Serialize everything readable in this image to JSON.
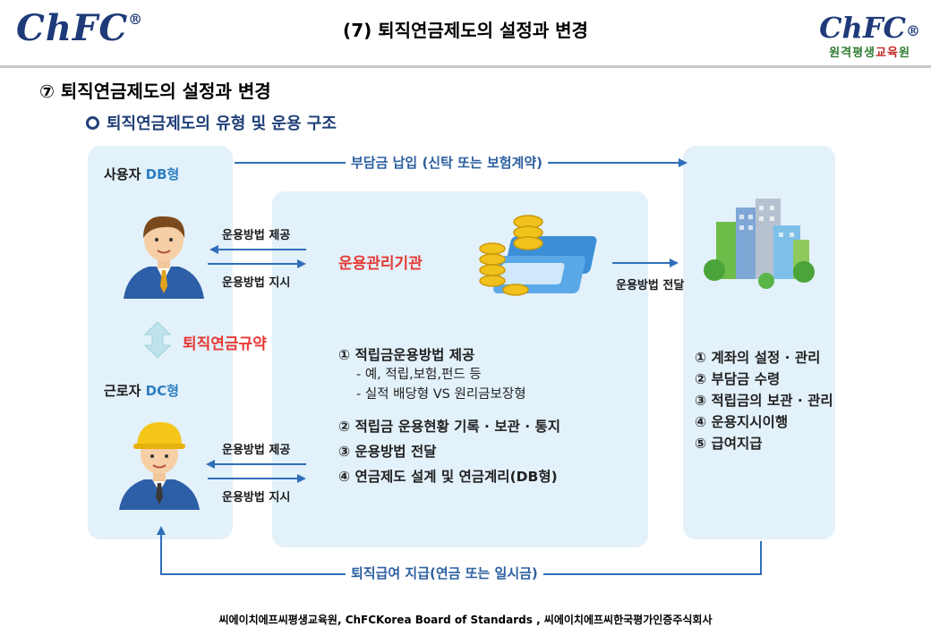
{
  "header": {
    "logo_text": "ChFC",
    "logo_reg": "®",
    "title": "(7) 퇴직연금제도의 설정과 변경",
    "right_logo_text": "ChFC",
    "right_logo_sub_green": "원격평생",
    "right_logo_sub_red": "교육",
    "right_logo_sub_green2": "원"
  },
  "slide_title": "⑦ 퇴직연금제도의 설정과 변경",
  "diagram": {
    "title": "퇴직연금제도의 유형 및 운용 구조",
    "employer_label": "사용자",
    "employer_type": "DB형",
    "employee_label": "근로자",
    "employee_type": "DC형",
    "pension_rule": "퇴직연금규약",
    "top_flow": "부담금 납입 (신탁 또는 보험계약)",
    "bottom_flow": "퇴직급여 지급(연금 또는 일시금)",
    "employer_arrows": [
      "운용방법 제공",
      "운용방법 지시"
    ],
    "employee_arrows": [
      "운용방법 제공",
      "운용방법 지시"
    ],
    "manager_label": "운용관리기관",
    "transfer_label": "운용방법 전달",
    "manager_items": [
      "① 적립금운용방법 제공",
      "- 예, 적립,보험,펀드 등",
      "- 실적 배당형 VS 원리금보장형",
      "② 적립금 운용현황 기록 · 보관 · 통지",
      "③ 운용방법 전달",
      "④ 연금제도 설계 및 연금계리(DB형)"
    ],
    "asset_items": [
      "① 계좌의 설정 · 관리",
      "② 부담금 수령",
      "③ 적립금의 보관 · 관리",
      "④ 운용지시이행",
      "⑤ 급여지급"
    ]
  },
  "footer": "씨에이치에프씨평생교육원,  ChFCKorea  Board  of  Standards  , 씨에이치에프씨한국평가인증주식회사"
}
